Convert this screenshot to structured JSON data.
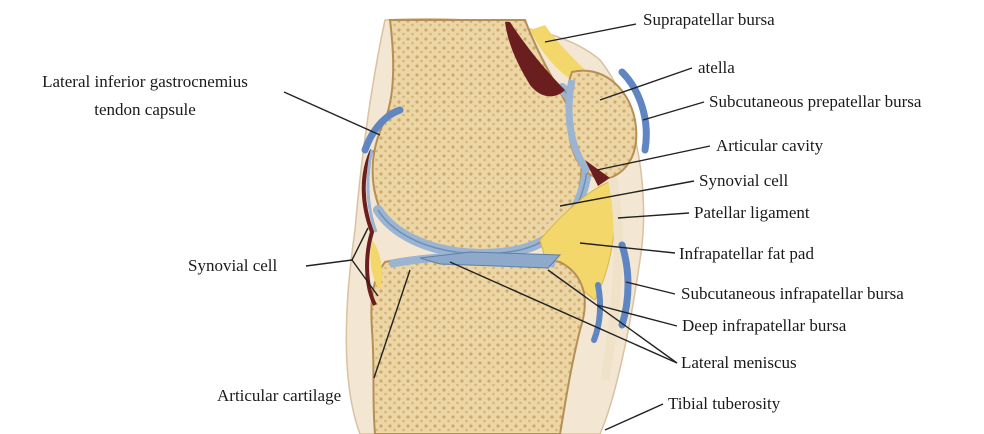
{
  "labels": {
    "suprapatellar_bursa": "Suprapatellar bursa",
    "patella": "atella",
    "subcutaneous_prepatellar_bursa": "Subcutaneous prepatellar bursa",
    "articular_cavity": "Articular cavity",
    "synovial_cell_right": "Synovial cell",
    "patellar_ligament": "Patellar ligament",
    "infrapatellar_fat_pad": "Infrapatellar fat pad",
    "subcutaneous_infrapatellar_bursa": "Subcutaneous infrapatellar bursa",
    "deep_infrapatellar_bursa": "Deep infrapatellar bursa",
    "lateral_meniscus": "Lateral meniscus",
    "tibial_tuberosity": "Tibial tuberosity",
    "lateral_gastrocnemius_line1": "Lateral inferior gastrocnemius",
    "lateral_gastrocnemius_line2": "tendon capsule",
    "synovial_cell_left": "Synovial cell",
    "articular_cartilage": "Articular cartilage"
  },
  "colors": {
    "bone": "#ecd6a6",
    "bone_dark": "#d9bd85",
    "bone_pore": "#c9a66a",
    "cartilage": "#9bb4d2",
    "cartilage_dark": "#6e8fb8",
    "fat": "#f3d76a",
    "synovium": "#6b1e1e",
    "skin": "#f3e6d3",
    "bursa": "#5f86c2",
    "leader": "#222222"
  }
}
